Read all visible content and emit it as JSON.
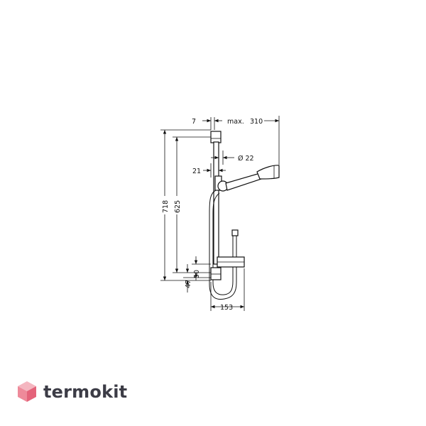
{
  "drawing": {
    "dimensions": {
      "d7": "7",
      "dmax": "max.",
      "d310": "310",
      "d22": "Ø 22",
      "d21": "21",
      "d718": "718",
      "d625": "625",
      "d50": "50",
      "d47": "47",
      "d153": "153"
    }
  },
  "brand": {
    "name": "termokit",
    "color": "#3c3c46",
    "icon_colors": {
      "light": "#f4b6c0",
      "mid": "#ee8a9a",
      "dark": "#e4637a"
    }
  }
}
